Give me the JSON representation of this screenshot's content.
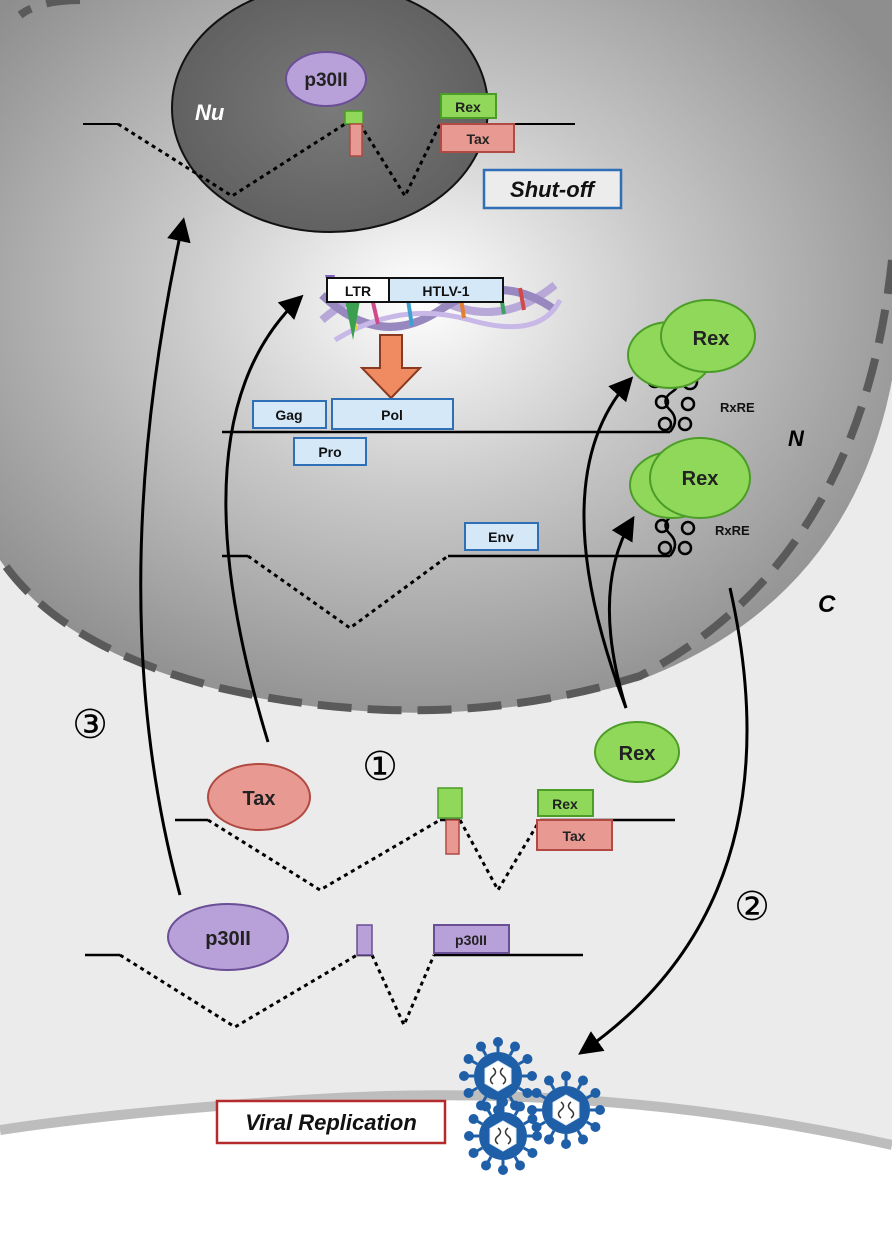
{
  "compartments": {
    "nucleolus": "Nu",
    "nucleus": "N",
    "cytoplasm": "C"
  },
  "proteins": {
    "p30_nucleolus": "p30II",
    "rex_cytoplasm": "Rex",
    "tax_cytoplasm": "Tax",
    "p30_cytoplasm": "p30II",
    "rex_bound_top": "Rex",
    "rex_bound_bottom": "Rex"
  },
  "exons": {
    "nucleolus_rex": "Rex",
    "nucleolus_tax": "Tax",
    "ltr": "LTR",
    "provirus": "HTLV-1",
    "gag": "Gag",
    "pol": "Pol",
    "pro": "Pro",
    "env": "Env",
    "cyto_rex": "Rex",
    "cyto_tax": "Tax",
    "cyto_p30": "p30II"
  },
  "rna_elements": {
    "rxre_top": "RxRE",
    "rxre_bottom": "RxRE"
  },
  "boxes": {
    "shutoff": "Shut-off",
    "viral_replication": "Viral Replication"
  },
  "steps": {
    "one": "①",
    "two": "②",
    "three": "③"
  },
  "colors": {
    "rex_green": "#8fd85a",
    "tax_red": "#e89a92",
    "p30_purple": "#b8a0d8",
    "exon_blue": "#d4e8f8",
    "box_blue_border": "#2f6fb5",
    "box_red_border": "#b52a2a",
    "orange_arrow": "#f08a60",
    "virion_blue": "#1f5fa8"
  }
}
